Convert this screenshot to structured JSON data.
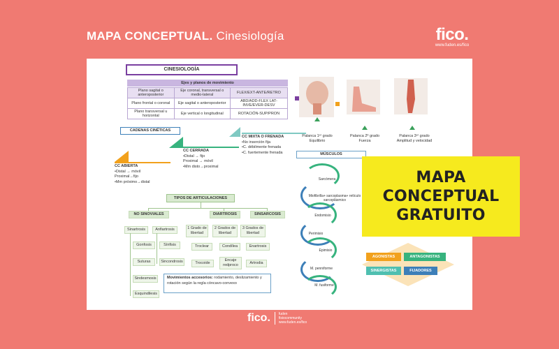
{
  "header": {
    "title_bold": "MAPA CONCEPTUAL.",
    "title_light": "Cinesiología",
    "logo": "fico.",
    "logo_url": "www.fuden.es/fico"
  },
  "kinesiology": {
    "title": "CINESIOLOGÍA",
    "table_header": "Ejes y planos de movimiento",
    "rows": [
      [
        "Plano sagital o anteroposterior",
        "Eje coronal, transversal o medio-lateral",
        "FLEX/EXT-ANTE/RETRO"
      ],
      [
        "Plano frontal o coronal",
        "Eje sagital o anteroposterior",
        "ABD/ADD-FLEX LAT-INVE/EVER-DESV"
      ],
      [
        "Plano transversal u horizontal",
        "Eje vertical o longitudinal",
        "ROTACIÓN-SUP/PRON"
      ]
    ]
  },
  "chains": {
    "title": "CADENAS CINÉTICAS",
    "abierta": {
      "title": "CC ABIERTA",
      "lines": [
        "•Distal → móvil",
        "Proximal→fijo",
        "•Mm próximo→distal"
      ]
    },
    "cerrada": {
      "title": "CC CERRADA",
      "lines": [
        "•Distal → fijo",
        "Proximal → móvil",
        "•Mm disto→proximal"
      ]
    },
    "mixta": {
      "title": "CC MIXTA O FRENADA",
      "lines": [
        "•No inserción fija",
        "•C. débilmente frenada",
        "•C. fuertemente frenada"
      ]
    }
  },
  "articulations": {
    "title": "TIPOS DE ARTICULACIONES",
    "groups": [
      "NO SINOVIALES",
      "DIARTROSIS",
      "SINSARCOSIS"
    ],
    "no_sinoviales": [
      "Sinartrosis",
      "Anfiartrosis"
    ],
    "sinartrosis_items": [
      "Gonfosis",
      "Suturas",
      "Sindesmosis",
      "Esquindilesis"
    ],
    "anfiartrosis_items": [
      "Sínfisis",
      "Sincondrosis"
    ],
    "diartrosis": [
      "1 Grado de libertad",
      "2 Grados de libertad",
      "3 Grados de libertad"
    ],
    "grado1_items": [
      "Troclear",
      "Trocoide"
    ],
    "grado2_items": [
      "Condílea",
      "Encaje redproco"
    ],
    "grado3_items": [
      "Enartrosis",
      "Artrodia"
    ],
    "accessory": "Movimientos accesorios: rodamiento, deslizamiento y rotación según la regla cóncavo-convexo",
    "accessory_bold": "Movimientos accesorios:",
    "accessory_rest": " rodamiento, deslizamiento y rotación según la regla cóncavo-convexo"
  },
  "levers": [
    {
      "title": "Palanca 1ᵉʳ grado",
      "caption": "Equilibrio"
    },
    {
      "title": "Palanca 2º grado",
      "caption": "Fuerza"
    },
    {
      "title": "Palanca 3ᵉʳ grado",
      "caption": "Amplitud y velocidad"
    }
  ],
  "muscles": {
    "title": "MÚSCULOS",
    "items": [
      "Sarcómera",
      "Miofibrilla+ sarcoplasma+ retículo sarcoplásmico",
      "Endomisio",
      "Perimisio",
      "Epimisio",
      "M. penniforme",
      "M. fusiforme"
    ]
  },
  "muscle_types": [
    {
      "label": "AGONISTAS",
      "color": "#f2a11c"
    },
    {
      "label": "ANTAGONISTAS",
      "color": "#37b37e"
    },
    {
      "label": "SINERGISTAS",
      "color": "#4fbfb0"
    },
    {
      "label": "FIJADORES",
      "color": "#3d7fb8"
    }
  ],
  "callout": {
    "lines": [
      "MAPA",
      "CONCEPTUAL",
      "GRATUITO"
    ]
  },
  "footer": {
    "logo": "fico.",
    "sub1": "fuden",
    "sub2": "fisiocommunity",
    "sub3": "www.fuden.es/fico"
  }
}
